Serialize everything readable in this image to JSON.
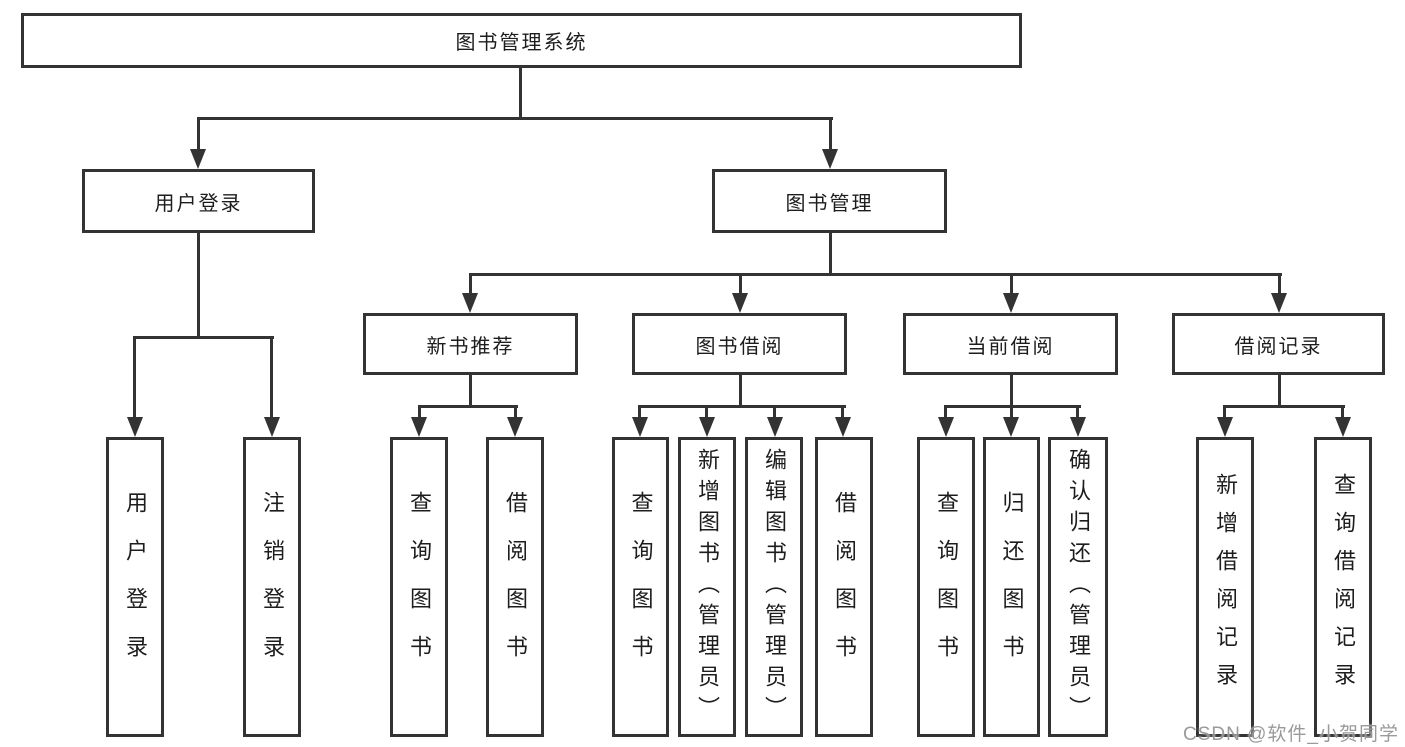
{
  "tree": {
    "label": "图书管理系统",
    "children": [
      {
        "label": "用户登录",
        "children": [
          {
            "label": "用户登录"
          },
          {
            "label": "注销登录"
          }
        ]
      },
      {
        "label": "图书管理",
        "children": [
          {
            "label": "新书推荐",
            "children": [
              {
                "label": "查询图书"
              },
              {
                "label": "借阅图书"
              }
            ]
          },
          {
            "label": "图书借阅",
            "children": [
              {
                "label": "查询图书"
              },
              {
                "label": "新增图书（管理员）"
              },
              {
                "label": "编辑图书（管理员）"
              },
              {
                "label": "借阅图书"
              }
            ]
          },
          {
            "label": "当前借阅",
            "children": [
              {
                "label": "查询图书"
              },
              {
                "label": "归还图书"
              },
              {
                "label": "确认归还（管理员）"
              }
            ]
          },
          {
            "label": "借阅记录",
            "children": [
              {
                "label": "新增借阅记录"
              },
              {
                "label": "查询借阅记录"
              }
            ]
          }
        ]
      }
    ]
  },
  "watermark": "CSDN @软件_小贺同学",
  "colors": {
    "line": "#333333",
    "border": "#333333",
    "text": "#1d1d1d",
    "watermark": "#919191",
    "background": "#ffffff"
  }
}
